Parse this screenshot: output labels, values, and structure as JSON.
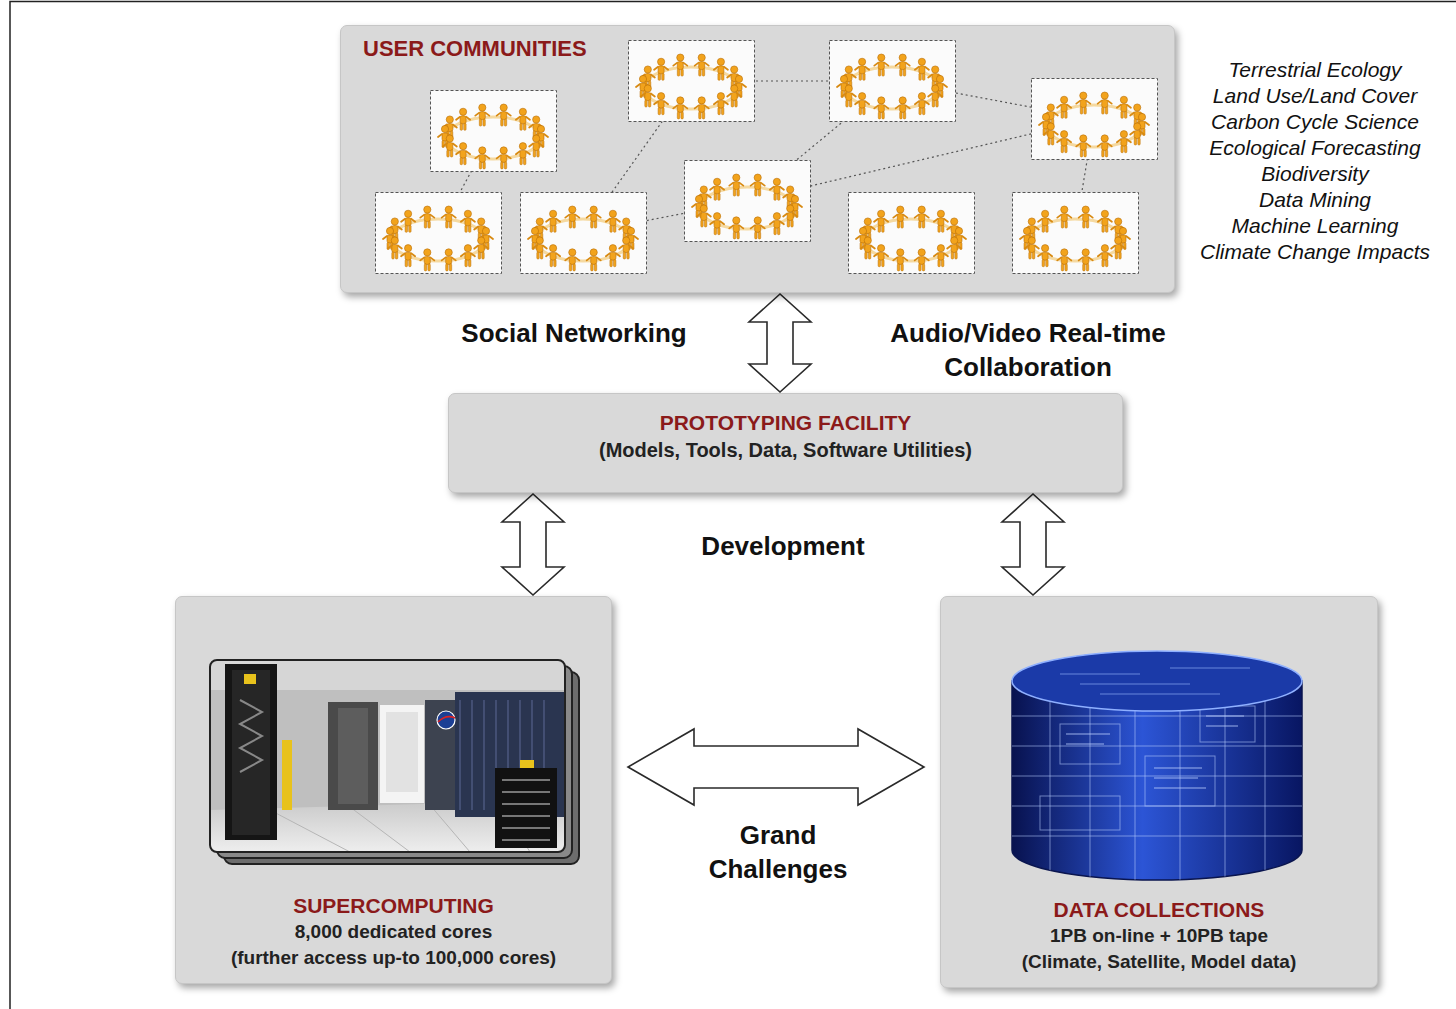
{
  "diagram": {
    "nodes": [
      {
        "text": [
          "USER COMMUNITIES"
        ]
      },
      {
        "text": [
          "PROTOTYPING FACILITY",
          "(Models, Tools, Data, Software Utilities)"
        ]
      },
      {
        "text": [
          "SUPERCOMPUTING",
          "8,000 dedicated cores",
          "(further access up-to 100,000 cores)"
        ]
      },
      {
        "text": [
          "DATA COLLECTIONS",
          "1PB on-line + 10PB tape",
          "(Climate, Satellite, Model data)"
        ]
      }
    ],
    "edges": [
      {
        "from": 0,
        "to": 1,
        "arrow": "both"
      },
      {
        "from": 1,
        "to": 2,
        "arrow": "both"
      },
      {
        "from": 1,
        "to": 3,
        "arrow": "both"
      },
      {
        "from": 2,
        "to": 3,
        "label": "Grand Challenges",
        "arrow": "both"
      }
    ],
    "labels": [
      "Terrestrial Ecology",
      "Land Use/Land Cover",
      "Carbon Cycle Science",
      "Ecological Forecasting",
      "Biodiversity",
      "Data Mining",
      "Machine Learning",
      "Climate Change Impacts",
      "Social Networking",
      "Audio/Video Real-time Collaboration",
      "Development"
    ]
  }
}
